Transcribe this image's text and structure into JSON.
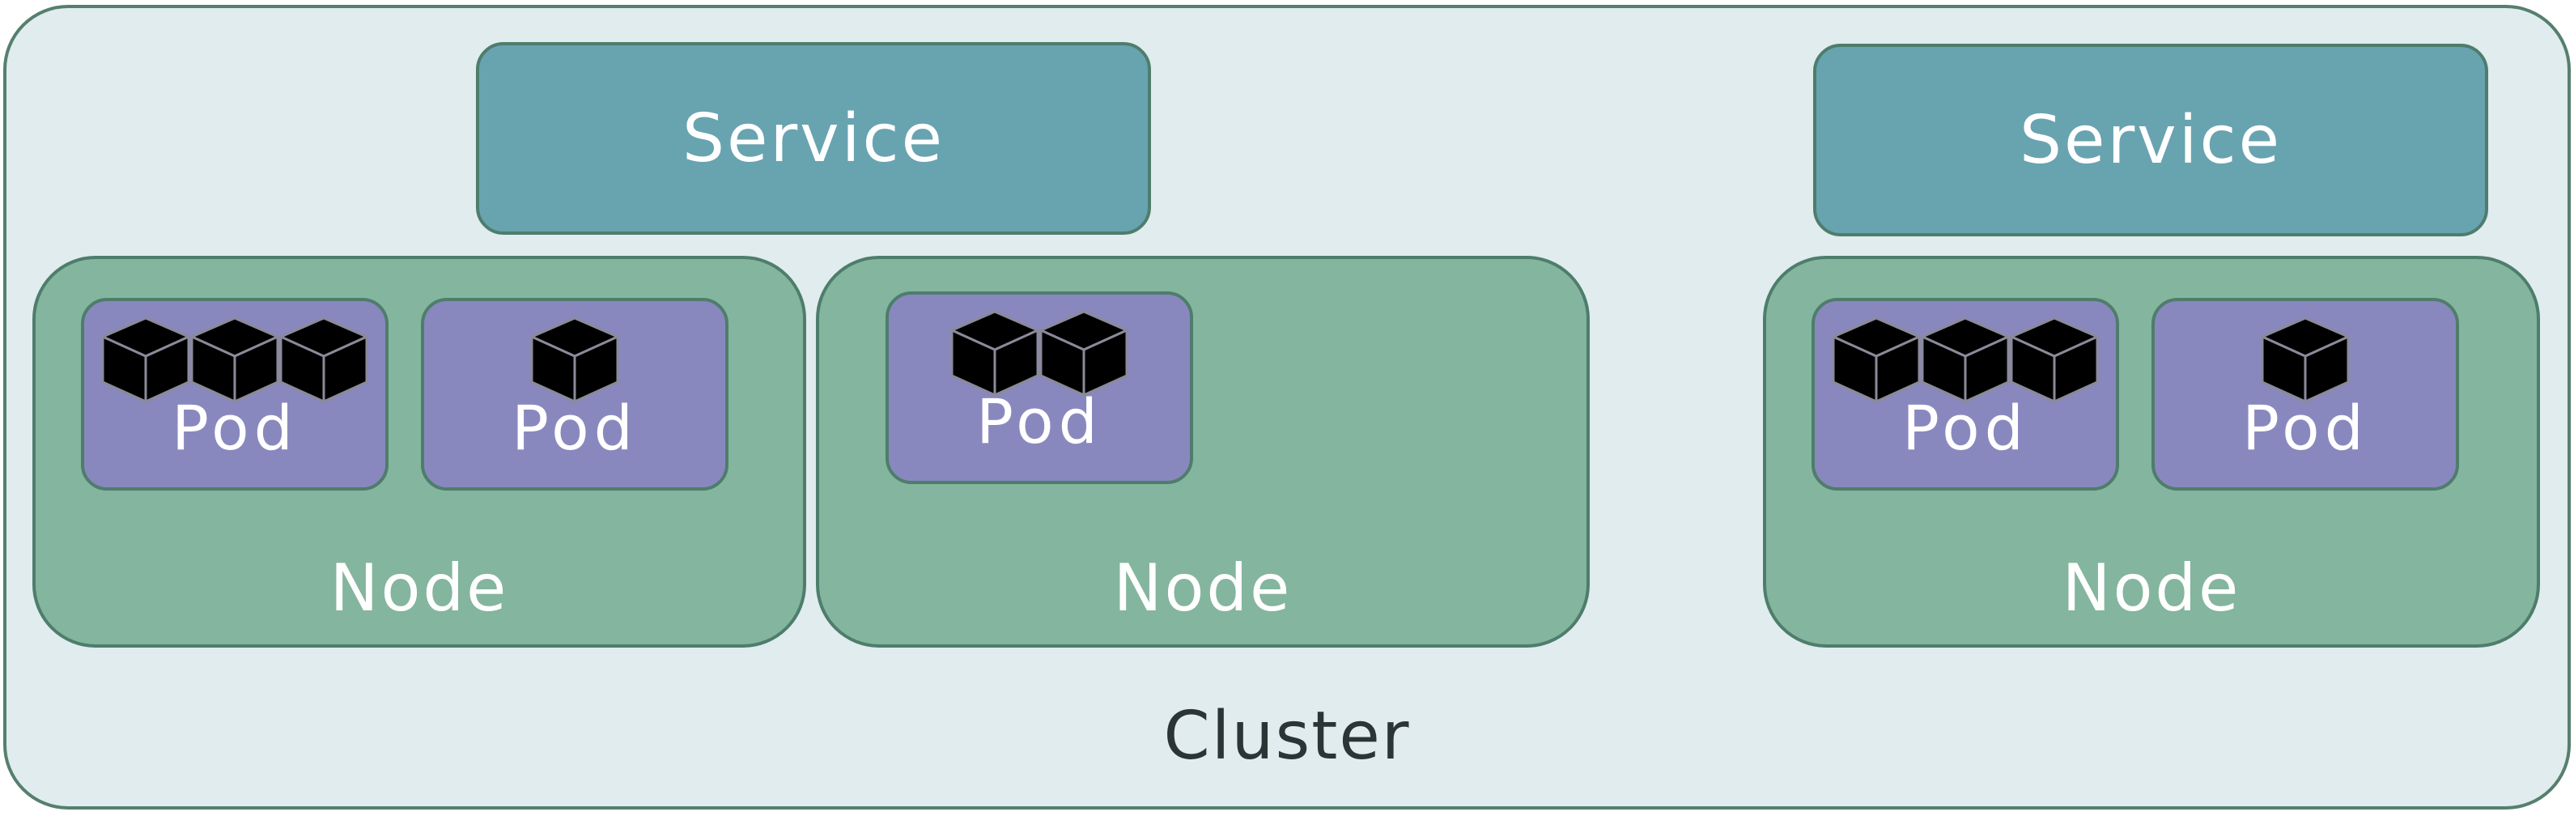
{
  "cluster": {
    "label": "Cluster"
  },
  "services": [
    {
      "label": "Service"
    },
    {
      "label": "Service"
    }
  ],
  "nodes": [
    {
      "label": "Node",
      "pods": [
        {
          "label": "Pod",
          "containers": 3
        },
        {
          "label": "Pod",
          "containers": 1
        }
      ]
    },
    {
      "label": "Node",
      "pods": [
        {
          "label": "Pod",
          "containers": 2
        }
      ]
    },
    {
      "label": "Node",
      "pods": [
        {
          "label": "Pod",
          "containers": 3
        },
        {
          "label": "Pod",
          "containers": 1
        }
      ]
    }
  ],
  "colors": {
    "cluster_fill": "#e0ecee",
    "service_fill": "#68a3b0",
    "node_fill": "#84b59e",
    "pod_fill": "#8988be",
    "outline": "#4e7d6c",
    "container_icon": "#000000"
  },
  "icons": {
    "container": "container-cube-icon"
  }
}
